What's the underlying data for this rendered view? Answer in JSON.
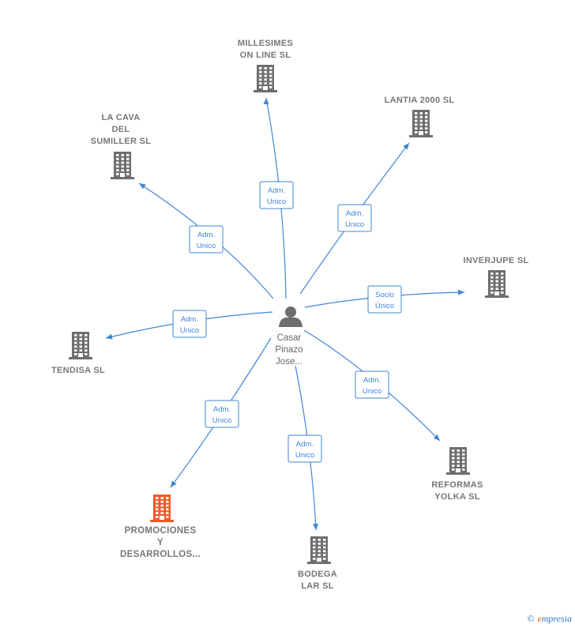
{
  "center": {
    "name": "Casar\nPinazo\nJose..."
  },
  "companies": [
    {
      "id": "millesimes",
      "name": "MILLESIMES\nON LINE SL",
      "relation": [
        "Adm.",
        "Unico"
      ],
      "highlight": false
    },
    {
      "id": "lantia",
      "name": "LANTIA 2000 SL",
      "relation": [
        "Adm.",
        "Unico"
      ],
      "highlight": false
    },
    {
      "id": "lacava",
      "name": "LA CAVA\nDEL\nSUMILLER SL",
      "relation": [
        "Adm.",
        "Unico"
      ],
      "highlight": false
    },
    {
      "id": "inverjupe",
      "name": "INVERJUPE SL",
      "relation": [
        "Socio",
        "Único"
      ],
      "highlight": false
    },
    {
      "id": "tendisa",
      "name": "TENDISA SL",
      "relation": [
        "Adm.",
        "Unico"
      ],
      "highlight": false
    },
    {
      "id": "reformas",
      "name": "REFORMAS\nYOLKA SL",
      "relation": [
        "Adm.",
        "Unico"
      ],
      "highlight": false
    },
    {
      "id": "promociones",
      "name": "PROMOCIONES\nY\nDESARROLLOS...",
      "relation": [
        "Adm.",
        "Unico"
      ],
      "highlight": true
    },
    {
      "id": "bodega",
      "name": "BODEGA\nLAR  SL",
      "relation": [
        "Adm.",
        "Unico"
      ],
      "highlight": false
    }
  ],
  "colors": {
    "edge": "#3f86d6",
    "building": "#6e6e6e",
    "highlight_building": "#f05a28",
    "person": "#6e6e6e"
  },
  "footer": {
    "copyright": "©",
    "brand_e": "e",
    "brand_rest": "mpresia"
  }
}
